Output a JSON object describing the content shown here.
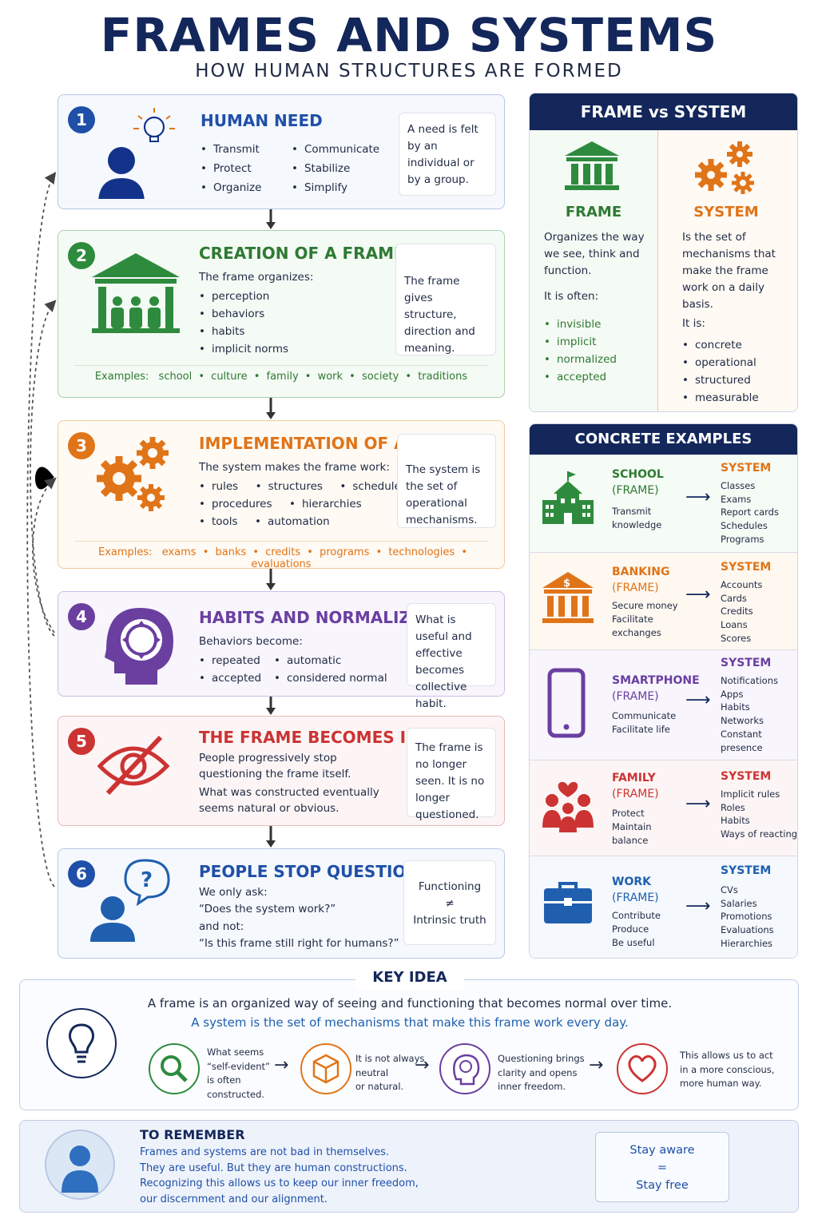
{
  "header": {
    "title": "FRAMES AND SYSTEMS",
    "subtitle": "HOW HUMAN STRUCTURES ARE FORMED"
  },
  "stages": {
    "s1": {
      "num": "1",
      "title": "HUMAN NEED",
      "col1": [
        "Transmit",
        "Protect",
        "Organize"
      ],
      "col2": [
        "Communicate",
        "Stabilize",
        "Simplify"
      ],
      "side": "A need is felt by an individual or by a group."
    },
    "s2": {
      "num": "2",
      "title": "CREATION OF A FRAME",
      "intro": "The frame organizes:",
      "items": [
        "perception",
        "behaviors",
        "habits",
        "implicit norms"
      ],
      "side": "The frame gives structure, direction and meaning.",
      "examples_label": "Examples:",
      "examples": [
        "school",
        "culture",
        "family",
        "work",
        "society",
        "traditions"
      ]
    },
    "s3": {
      "num": "3",
      "title": "IMPLEMENTATION OF A SYSTEM",
      "intro": "The system makes the frame work:",
      "row1": [
        "rules",
        "structures",
        "schedules"
      ],
      "row2": [
        "procedures",
        "hierarchies"
      ],
      "row3": [
        "tools",
        "automation"
      ],
      "side": "The system is the set of operational mechanisms.",
      "examples_label": "Examples:",
      "examples": [
        "exams",
        "banks",
        "credits",
        "programs",
        "technologies",
        "evaluations"
      ]
    },
    "s4": {
      "num": "4",
      "title": "HABITS AND NORMALIZATION",
      "intro": "Behaviors become:",
      "col1": [
        "repeated",
        "accepted"
      ],
      "col2": [
        "automatic",
        "considered normal"
      ],
      "side": "What is useful and effective becomes collective habit."
    },
    "s5": {
      "num": "5",
      "title": "THE FRAME BECOMES INVISIBLE",
      "p1": "People progressively stop questioning the frame itself.",
      "p2": "What was constructed eventually seems natural or obvious.",
      "side": "The frame is no longer seen. It is no longer questioned."
    },
    "s6": {
      "num": "6",
      "title": "PEOPLE STOP QUESTIONING",
      "l1": "We only ask:",
      "l2": "“Does the system work?”",
      "l3": "and not:",
      "l4": "“Is this frame still right for humans?”",
      "side1": "Functioning",
      "side2": "≠",
      "side3": "Intrinsic truth"
    }
  },
  "compare": {
    "title": "FRAME vs SYSTEM",
    "frame": {
      "title": "FRAME",
      "desc": "Organizes the way we see, think and function.",
      "lead": "It is often:",
      "items": [
        "invisible",
        "implicit",
        "normalized",
        "accepted"
      ]
    },
    "system": {
      "title": "SYSTEM",
      "desc": "Is the set of mechanisms that make the frame work on a daily basis.",
      "lead": "It is:",
      "items": [
        "concrete",
        "operational",
        "structured",
        "measurable"
      ]
    }
  },
  "examples": {
    "title": "CONCRETE EXAMPLES",
    "rows": [
      {
        "name": "SCHOOL",
        "tag": "(FRAME)",
        "desc": [
          "Transmit",
          "knowledge"
        ],
        "sys": "SYSTEM",
        "items": [
          "Classes",
          "Exams",
          "Report cards",
          "Schedules",
          "Programs"
        ],
        "color": "#2e8b3e"
      },
      {
        "name": "BANKING",
        "tag": "(FRAME)",
        "desc": [
          "Secure money",
          "Facilitate",
          "exchanges"
        ],
        "sys": "SYSTEM",
        "items": [
          "Accounts",
          "Cards",
          "Credits",
          "Loans",
          "Scores"
        ],
        "color": "#e07418"
      },
      {
        "name": "SMARTPHONE",
        "tag": "(FRAME)",
        "desc": [
          "Communicate",
          "Facilitate life"
        ],
        "sys": "SYSTEM",
        "items": [
          "Notifications",
          "Apps",
          "Habits",
          "Networks",
          "Constant",
          "presence"
        ],
        "color": "#6a3fa0"
      },
      {
        "name": "FAMILY",
        "tag": "(FRAME)",
        "desc": [
          "Protect",
          "Maintain",
          "balance"
        ],
        "sys": "SYSTEM",
        "items": [
          "Implicit rules",
          "Roles",
          "Habits",
          "Ways of reacting"
        ],
        "color": "#cc3333"
      },
      {
        "name": "WORK",
        "tag": "(FRAME)",
        "desc": [
          "Contribute",
          "Produce",
          "Be useful"
        ],
        "sys": "SYSTEM",
        "items": [
          "CVs",
          "Salaries",
          "Promotions",
          "Evaluations",
          "Hierarchies"
        ],
        "color": "#1f5fae"
      }
    ]
  },
  "key": {
    "title": "KEY IDEA",
    "line1": "A frame is an organized way of seeing and functioning that becomes normal over time.",
    "line2": "A system is the set of mechanisms that make this frame work every day.",
    "steps": [
      {
        "text": [
          "What seems",
          "“self-evident”",
          "is often",
          "constructed."
        ]
      },
      {
        "text": [
          "It is not always",
          "neutral",
          "or natural."
        ]
      },
      {
        "text": [
          "Questioning brings",
          "clarity and opens",
          "inner freedom."
        ]
      },
      {
        "text": [
          "This allows us to act",
          "in a more conscious,",
          "more human way."
        ]
      }
    ]
  },
  "remember": {
    "title": "TO REMEMBER",
    "lines": [
      "Frames and systems are not bad in themselves.",
      "They are useful. But they are human constructions.",
      "Recognizing this allows us to keep our inner freedom,",
      "our discernment and our alignment."
    ],
    "box1": "Stay aware",
    "box2": "=",
    "box3": "Stay free"
  },
  "colors": {
    "navy": "#13275b",
    "blue": "#1f5fae",
    "green": "#2e8b3e",
    "orange": "#e07418",
    "purple": "#6a3fa0",
    "red": "#cc3333"
  }
}
